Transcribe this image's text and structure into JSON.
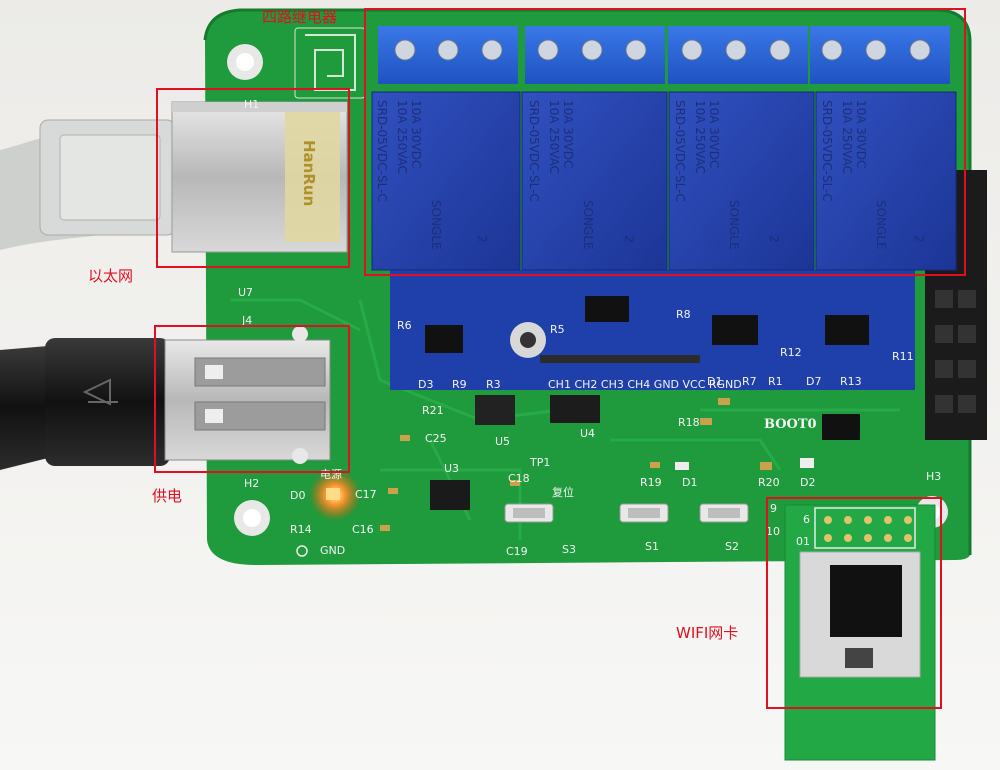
{
  "annotations": {
    "relay": {
      "label": "四路继电器"
    },
    "ethernet": {
      "label": "以太网"
    },
    "power": {
      "label": "供电"
    },
    "wifi": {
      "label": "WIFI网卡"
    }
  },
  "silkscreen": {
    "h1": "H1",
    "u7": "U7",
    "j4": "J4",
    "h2": "H2",
    "h3": "H3",
    "d0": "D0",
    "r14": "R14",
    "gnd": "GND",
    "c17": "C17",
    "c16": "C16",
    "u3": "U3",
    "c25": "C25",
    "r21": "R21",
    "u5": "U5",
    "u4": "U4",
    "tp1": "TP1",
    "c18": "C18",
    "c19": "C19",
    "fuwei": "复位",
    "s3": "S3",
    "s1": "S1",
    "s2": "S2",
    "r19": "R19",
    "d1": "D1",
    "r20": "R20",
    "d2": "D2",
    "r18": "R18",
    "boot0": "BOOT0",
    "power_cn": "电源",
    "pins": "CH1 CH2 CH3 CH4 GND VCC RGND",
    "r6": "R6",
    "r5": "R5",
    "d3": "D3",
    "r9": "R9",
    "r3": "R3",
    "d1b": "D1",
    "r7": "R7",
    "r1": "R1",
    "d7": "D7",
    "r13": "R13",
    "r12": "R12",
    "r11": "R11",
    "r8": "R8",
    "n9": "9",
    "n10": "10",
    "n6": "6",
    "n01": "01"
  },
  "relay_text": {
    "model": "SRD-05VDC-SL-C",
    "rating1": "10A 250VAC",
    "rating2": "10A 30VDC",
    "brand": "SONGLE",
    "num": "2"
  },
  "ethernet_text": {
    "brand": "HanRun"
  },
  "colors": {
    "annotation": "#e01020",
    "pcb": "#1f9a3c",
    "relay": "#1f3faa",
    "terminal": "#2a66d8"
  }
}
